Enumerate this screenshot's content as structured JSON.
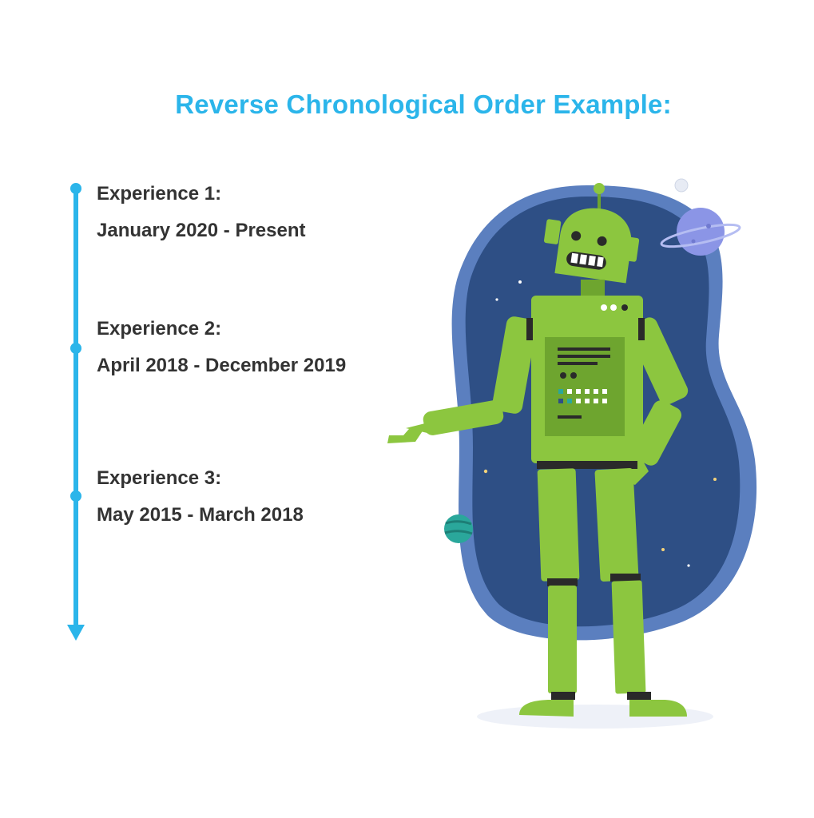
{
  "title": "Reverse Chronological Order Example:",
  "entries": [
    {
      "label": "Experience 1:",
      "range": "January 2020 - Present"
    },
    {
      "label": "Experience 2:",
      "range": "April 2018 - December 2019"
    },
    {
      "label": "Experience 3:",
      "range": "May 2015 - March 2018"
    }
  ],
  "colors": {
    "accent": "#2bb5ea",
    "text": "#333333",
    "robot_green": "#8cc63f",
    "robot_dark_green": "#6ea52f",
    "space_blue": "#2e4f85",
    "space_outline": "#5b7fbf"
  },
  "illustration": {
    "subject": "robot-pointing-left",
    "background": "space-blob-with-planets"
  }
}
